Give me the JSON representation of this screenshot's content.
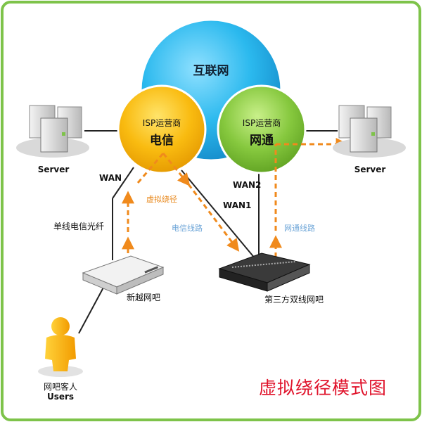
{
  "cloud": {
    "title": "互联网",
    "color": "#2bb9ee"
  },
  "isp_telecom": {
    "line1": "ISP运营商",
    "line2": "电信",
    "color": "#f7b20b"
  },
  "isp_netcom": {
    "line1": "ISP运营商",
    "line2": "网通",
    "color": "#7cc33a"
  },
  "servers": {
    "left_label": "Server",
    "right_label": "Server"
  },
  "links": {
    "wan": "WAN",
    "wan1": "WAN1",
    "wan2": "WAN2",
    "single_fiber": "单线电信光纤",
    "virtual_detour": "虚拟绕径",
    "telecom_route": "电信线路",
    "netcom_route": "网通线路"
  },
  "devices": {
    "xinyue_bar": "新越网吧",
    "third_party_bar": "第三方双线网吧"
  },
  "users": {
    "line1": "网吧客人",
    "line2": "Users"
  },
  "footer_title": "虚拟绕径模式图",
  "colors": {
    "frame": "#7ec34a",
    "dash": "#f08a1c",
    "title": "#e0142c"
  }
}
